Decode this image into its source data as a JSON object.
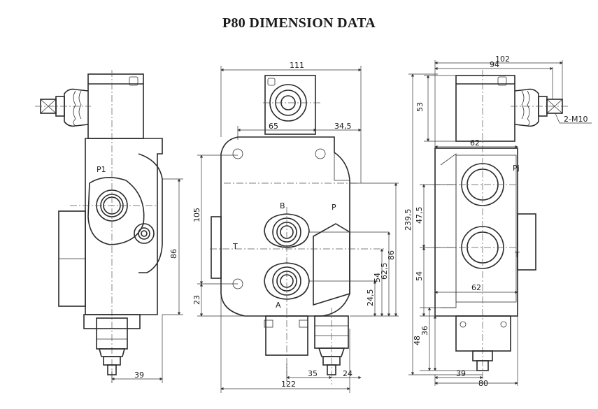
{
  "title": "P80 DIMENSION DATA",
  "ports": {
    "p1": "P1",
    "b": "B",
    "p": "P",
    "t_front": "T",
    "a": "A",
    "pj": "Pj",
    "t_side": "T"
  },
  "dimensions": {
    "d111": "111",
    "d65": "65",
    "d34_5": "34,5",
    "d105": "105",
    "d23": "23",
    "d24_5": "24,5",
    "d54_front": "54",
    "d62_5": "62,5",
    "d86_front": "86",
    "d35": "35",
    "d24": "24",
    "d122": "122",
    "d86_left": "86",
    "d39_left": "39",
    "d102": "102",
    "d94": "94",
    "d53": "53",
    "d2m10": "2-M10",
    "d62_top": "62",
    "d239_5": "239,5",
    "d47_5": "47,5",
    "d54_side": "54",
    "d62_mid": "62",
    "d48": "48",
    "d36": "36",
    "d39_right": "39",
    "d80": "80"
  }
}
